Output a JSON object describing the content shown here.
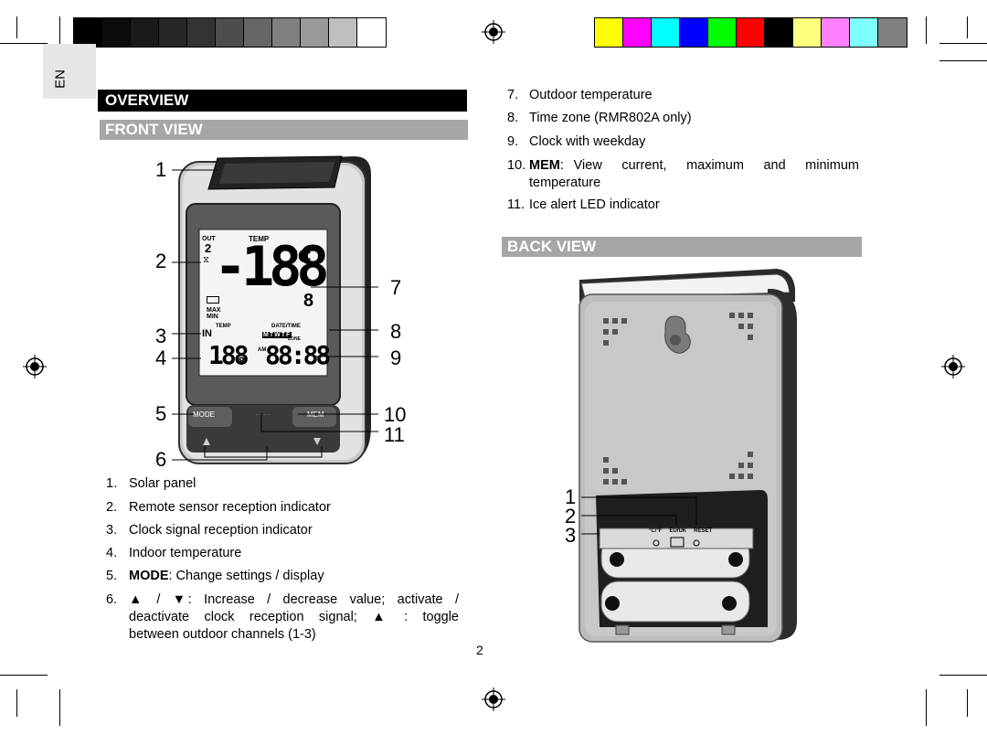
{
  "lang_tab": "EN",
  "headings": {
    "overview": "OVERVIEW",
    "front_view": "FRONT VIEW",
    "back_view": "BACK VIEW"
  },
  "front_list": [
    {
      "num": "1.",
      "text": "Solar panel"
    },
    {
      "num": "2.",
      "text": "Remote sensor reception indicator"
    },
    {
      "num": "3.",
      "text": "Clock signal reception indicator"
    },
    {
      "num": "4.",
      "text": "Indoor temperature"
    },
    {
      "num": "5.",
      "bold": "MODE",
      "text": ": Change settings / display"
    },
    {
      "num": "6.",
      "line1": "▲  /  ▼:  Increase  /  decrease  value;  activate  /",
      "line2": "deactivate  clock  reception  signal;  ▲  :  toggle",
      "line3": "between outdoor channels (1-3)"
    }
  ],
  "right_list": [
    {
      "num": "7.",
      "text": "Outdoor temperature"
    },
    {
      "num": "8.",
      "text": "Time zone (RMR802A only)"
    },
    {
      "num": "9.",
      "text": "Clock with weekday"
    },
    {
      "num": "10.",
      "bold": "MEM",
      "line1": ": View  current,  maximum  and  minimum",
      "line2": "temperature"
    },
    {
      "num": "11.",
      "text": "Ice alert LED indicator"
    }
  ],
  "front_callouts": [
    "1",
    "2",
    "3",
    "4",
    "5",
    "6",
    "7",
    "8",
    "9",
    "10",
    "11"
  ],
  "back_callouts": [
    "1",
    "2",
    "3"
  ],
  "device_front": {
    "out_label": "OUT",
    "temp_label": "TEMP",
    "channel_digit": "2",
    "big_temp": "-188",
    "unit": "°C",
    "small_digit": "8",
    "max_label": "MAX",
    "min_label": "MIN",
    "in_label": "IN",
    "temp2_label": "TEMP",
    "date_time_label": "DATE/TIME",
    "in_temp": "188",
    "in_dec": "8",
    "clock": "88:88",
    "am": "AM",
    "zone_label": "ZONE",
    "weekday": "MTWTF",
    "mode_button": "MODE",
    "mem_button": "MEM",
    "dots": "· · · ·"
  },
  "device_back": {
    "switch_labels": [
      "°C/°F",
      "EU/UK",
      "RESET"
    ]
  },
  "page_number": "2",
  "colors": {
    "grey_swatches": [
      "#000000",
      "#0d0d0d",
      "#1a1a1a",
      "#262626",
      "#333333",
      "#4d4d4d",
      "#666666",
      "#808080",
      "#999999",
      "#bfbfbf",
      "#ffffff"
    ],
    "color_swatches": [
      "#ffff00",
      "#ff00ff",
      "#00ffff",
      "#0000ff",
      "#00ff00",
      "#ff0000",
      "#000000",
      "#ffff80",
      "#ff80ff",
      "#80ffff",
      "#808080"
    ],
    "heading_grey": "#a6a6a6"
  }
}
